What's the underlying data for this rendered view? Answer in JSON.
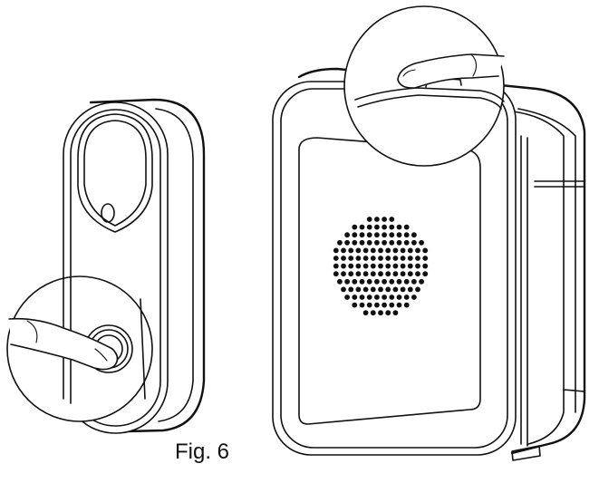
{
  "figure": {
    "caption": "Fig. 6",
    "speaker_grille_rows": [
      4,
      8,
      10,
      12,
      13,
      13,
      13,
      13,
      12,
      11,
      10,
      8,
      5
    ]
  }
}
